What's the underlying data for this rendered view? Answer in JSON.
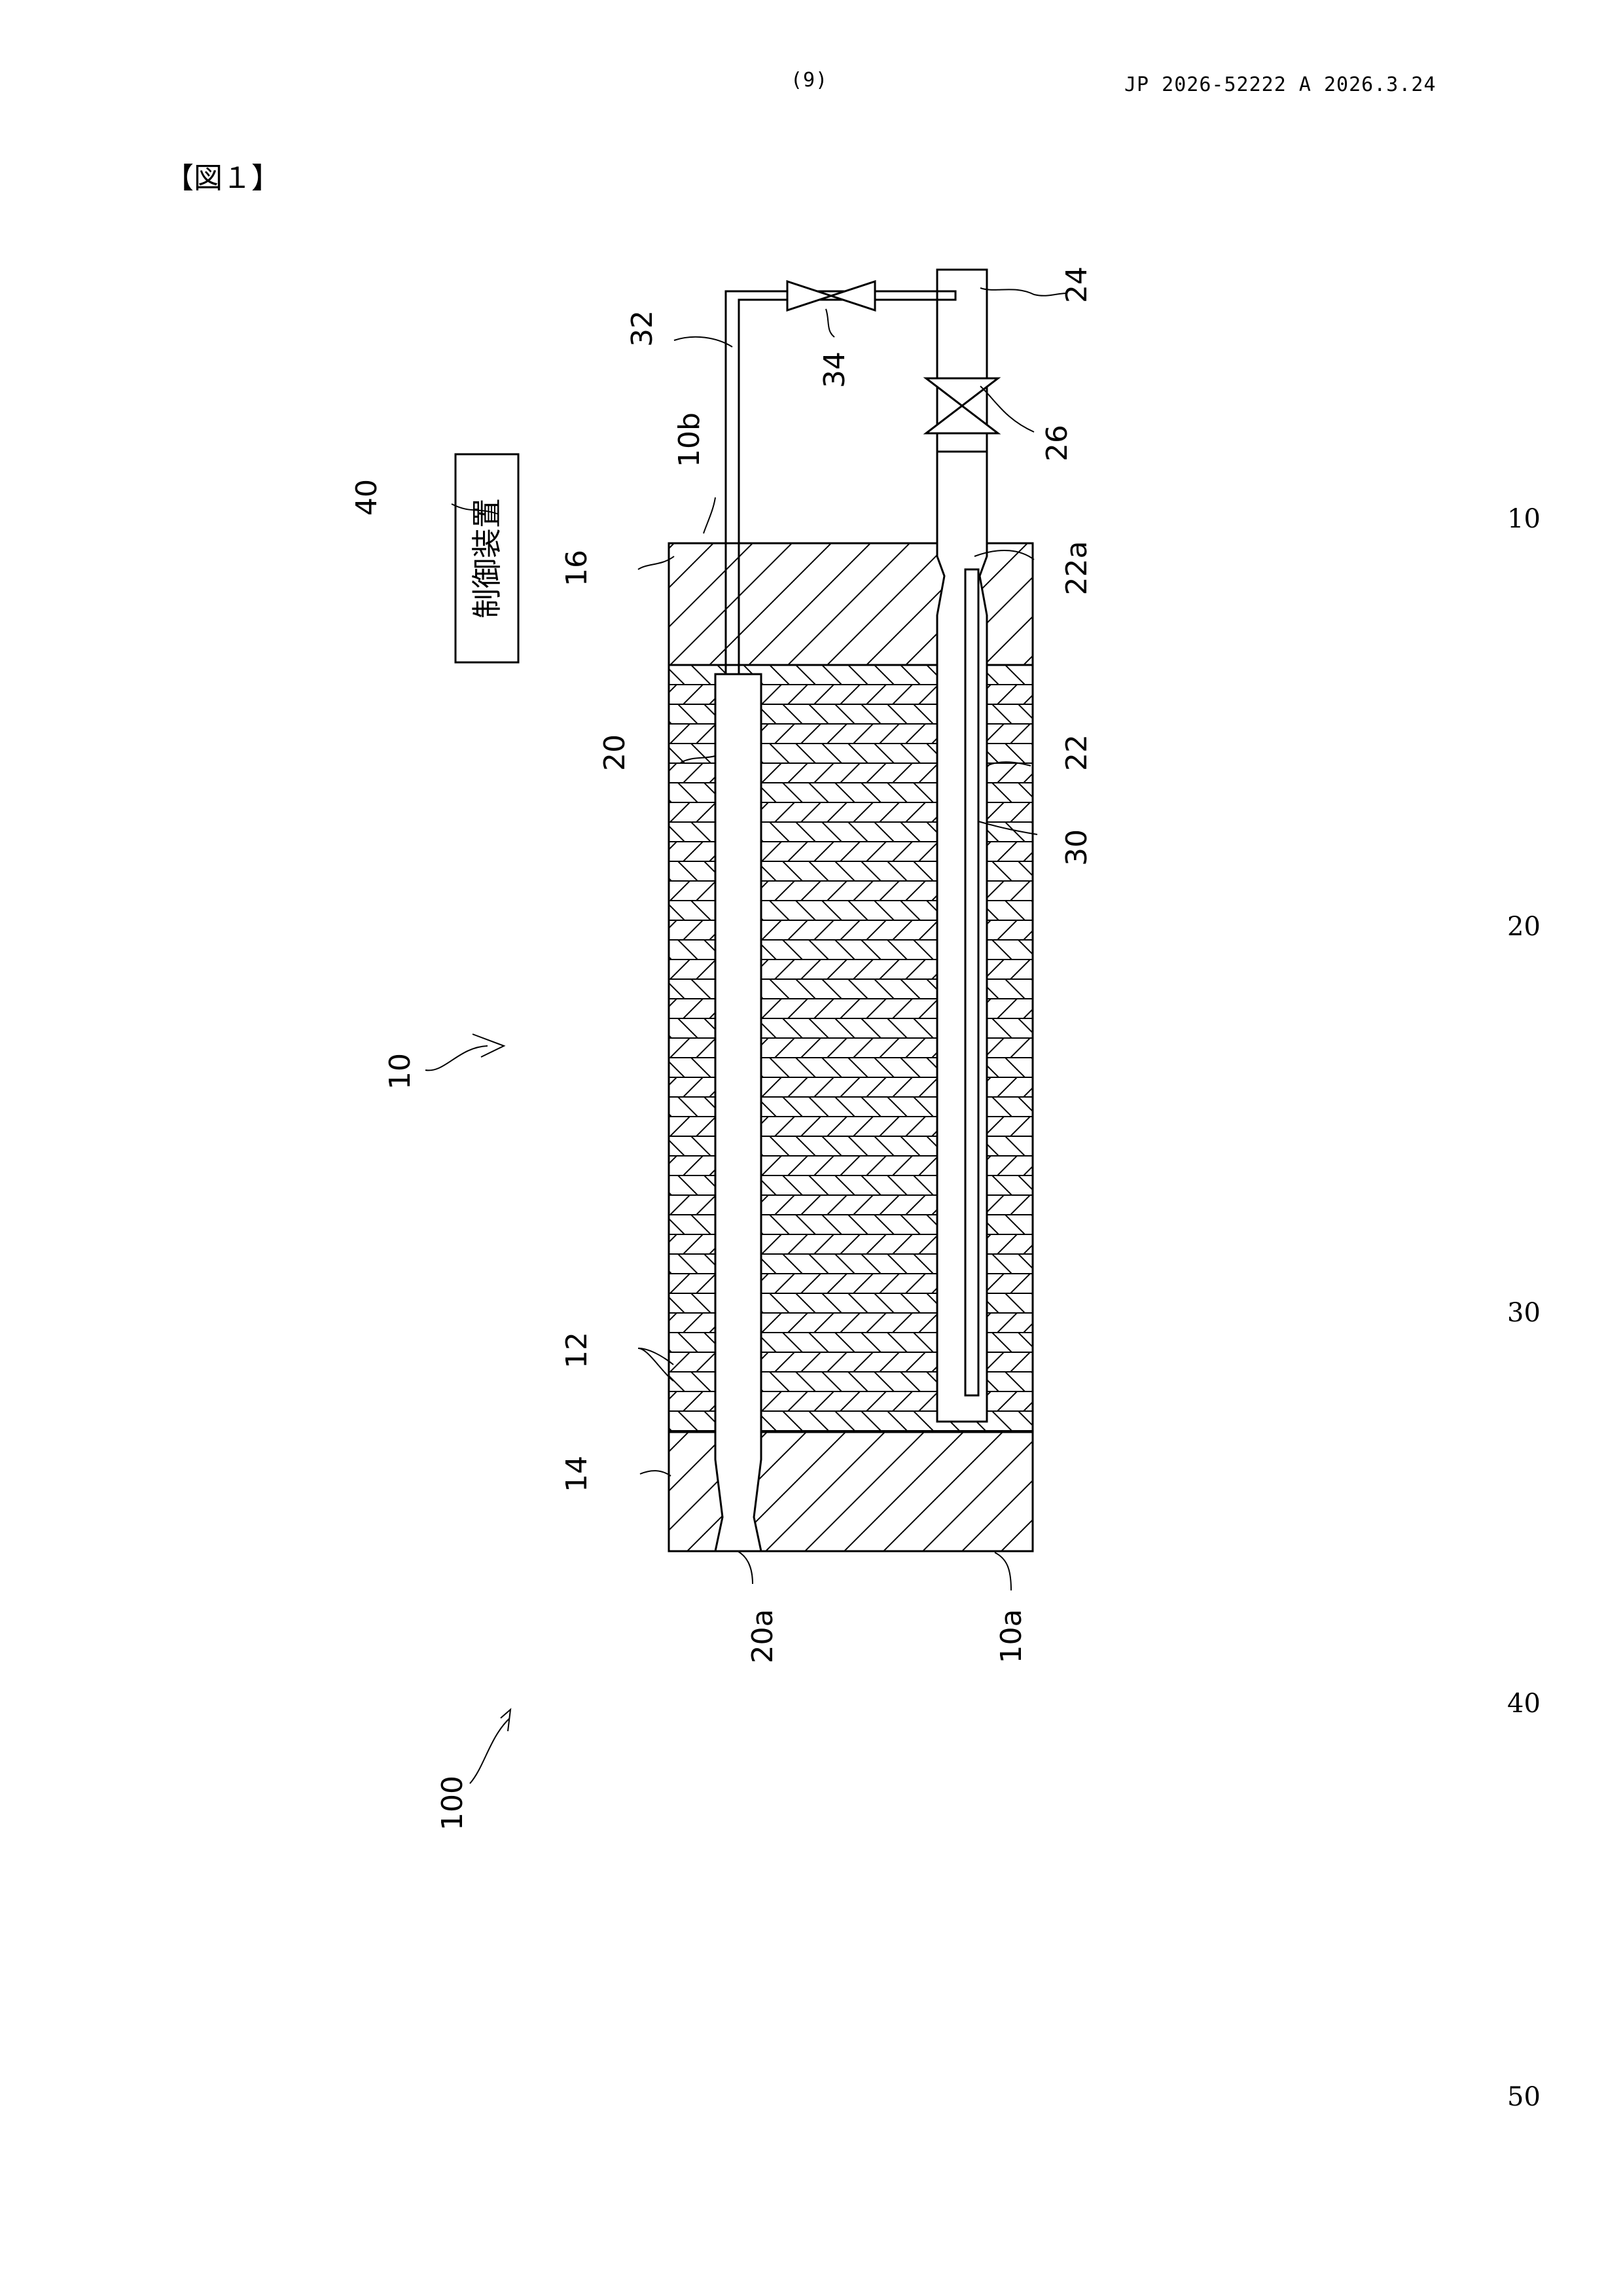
{
  "header": {
    "page_number": "(9)",
    "publication": "JP  2026-52222  A  2026.3.24"
  },
  "figure": {
    "label": "【図１】",
    "controller_text": "制御装置",
    "refs": {
      "r24": "24",
      "r34": "34",
      "r26": "26",
      "r32": "32",
      "r10b": "10b",
      "r40": "40",
      "r16": "16",
      "r22a": "22a",
      "r20": "20",
      "r22": "22",
      "r30": "30",
      "r10": "10",
      "r12": "12",
      "r14": "14",
      "r20a": "20a",
      "r10a": "10a",
      "r100": "100"
    }
  },
  "line_numbers": [
    "10",
    "20",
    "30",
    "40",
    "50"
  ]
}
